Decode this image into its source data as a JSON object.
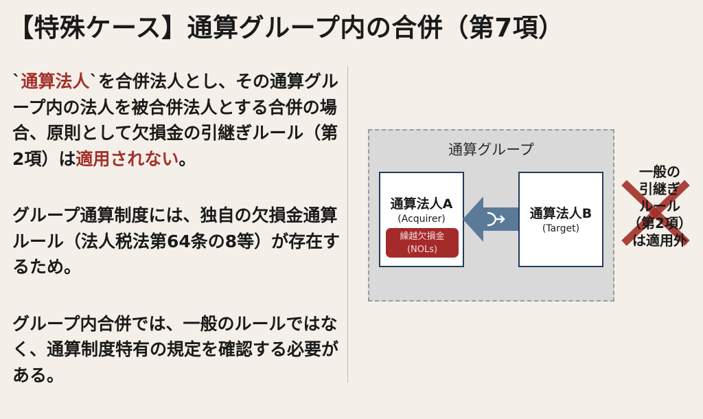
{
  "title": "【特殊ケース】通算グループ内の合併（第7項）",
  "left": {
    "p1_pre": "`",
    "p1_red1": "通算法人",
    "p1_mid": "`を合併法人とし、その通算グループ内の法人を被合併法人とする合併の場合、原則として欠損金の引継ぎルール（第2項）は",
    "p1_red2": "適用されない",
    "p1_end": "。",
    "p2": "グループ通算制度には、独自の欠損金通算ルール（法人税法第64条の8等）が存在するため。",
    "p3": "グループ内合併では、一般のルールではなく、通算制度特有の規定を確認する必要がある。"
  },
  "diagram": {
    "group_label": "通算グループ",
    "entity_a": {
      "name": "通算法人A",
      "role": "(Acquirer)",
      "badge_line1": "繰越欠損金",
      "badge_line2": "(NOLs)"
    },
    "entity_b": {
      "name": "通算法人B",
      "role": "(Target)"
    },
    "note_lines": [
      "一般の",
      "引継ぎ",
      "ルール",
      "（第2項）",
      "は適用外"
    ],
    "colors": {
      "accent_red": "#a3302a",
      "arrow": "#5b7a98",
      "box_border": "#1f3a5f",
      "cross": "#a3302a"
    }
  }
}
